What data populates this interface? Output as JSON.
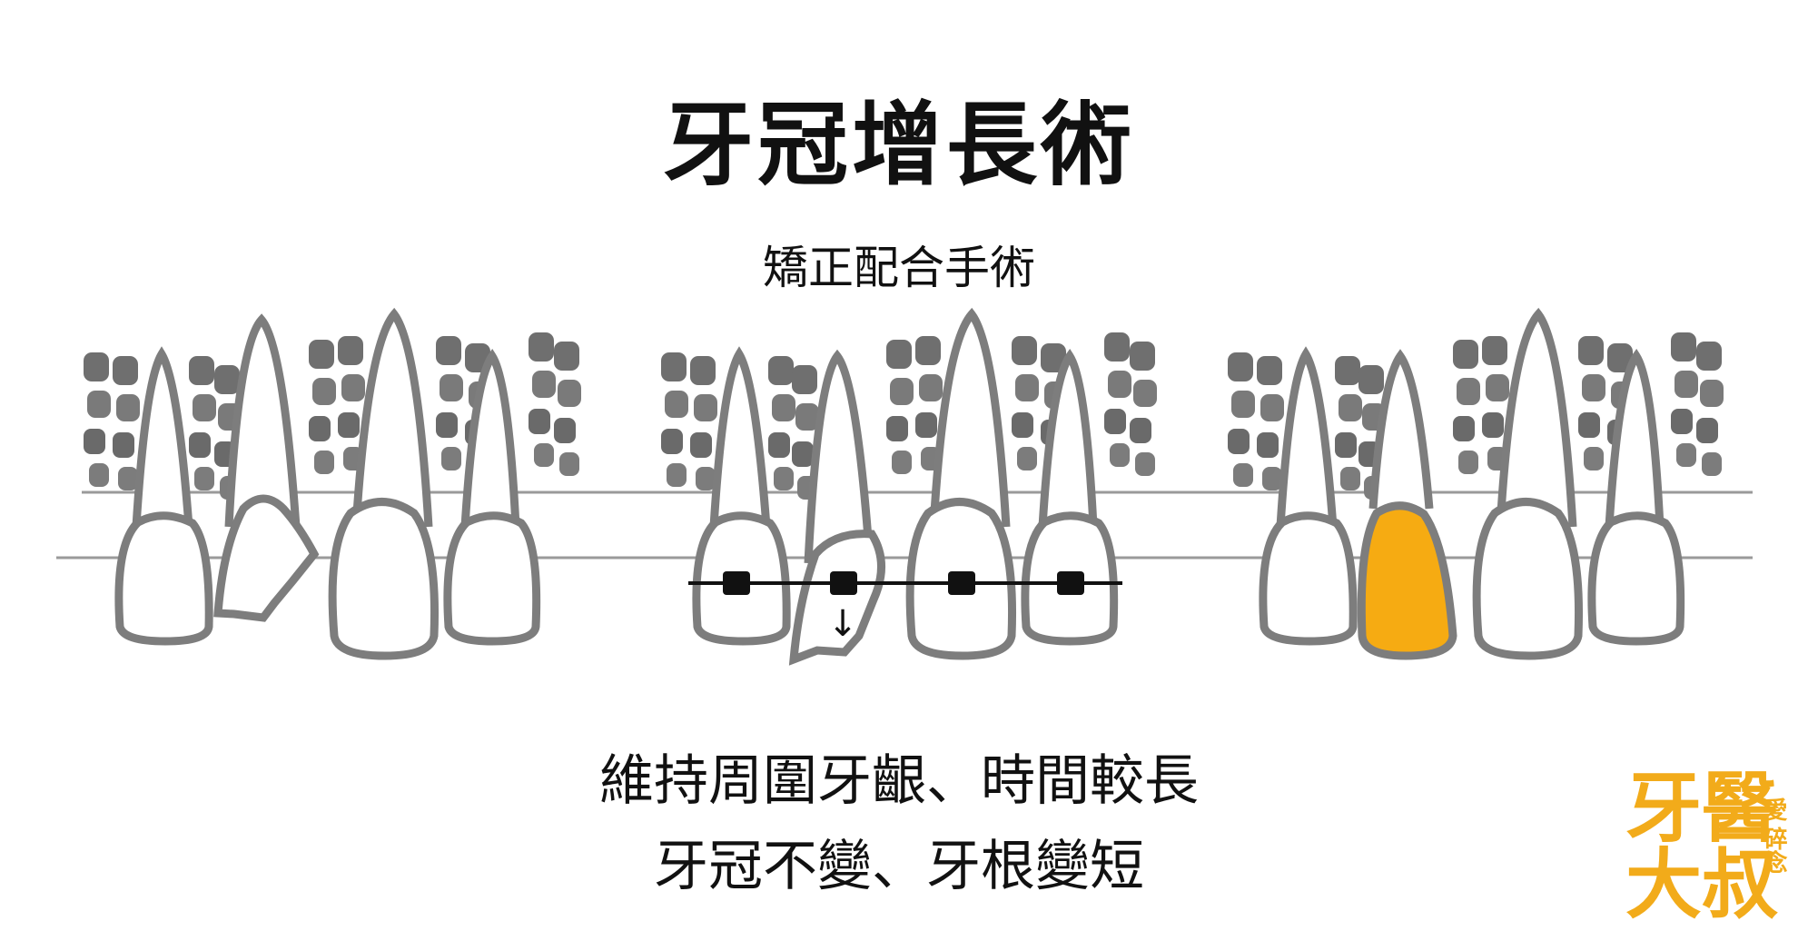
{
  "title": "牙冠增長術",
  "subtitle": "矯正配合手術",
  "captions": [
    "維持周圍牙齦、時間較長",
    "牙冠不變、牙根變短"
  ],
  "logo": {
    "line1": "牙醫",
    "line2": "大叔",
    "small1": "愛",
    "small2": "碎念"
  },
  "colors": {
    "restored_crown": "#f6ab12",
    "tooth_outline": "#7d7d7d",
    "bone_pattern": "#707070",
    "bracket": "#111111"
  },
  "panels": [
    {
      "name": "before",
      "state": "fractured-tooth"
    },
    {
      "name": "orthodontic-extrusion",
      "state": "braces-with-arrow"
    },
    {
      "name": "after",
      "state": "restored-crown"
    }
  ],
  "arrow_symbol": "↓"
}
